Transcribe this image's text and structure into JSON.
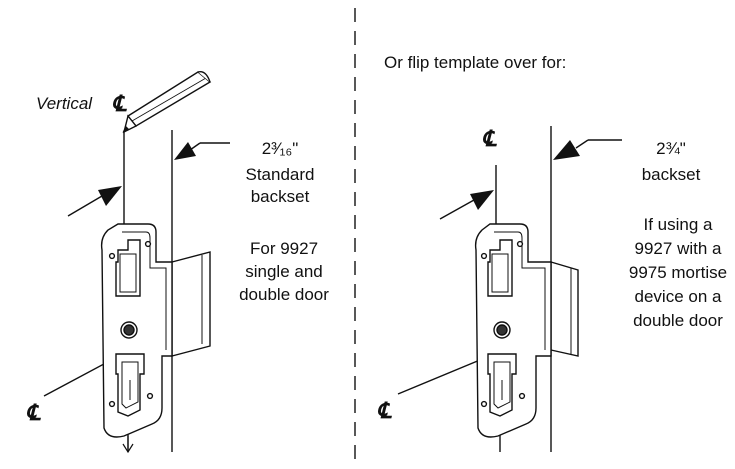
{
  "left_panel": {
    "vertical_label": "Vertical",
    "centerline_symbol": "℄",
    "backset_dimension": "2³⁄₁₆\"",
    "backset_line1": "Standard",
    "backset_line2": "backset",
    "usage_line1": "For 9927",
    "usage_line2": "single and",
    "usage_line3": "double door"
  },
  "right_panel": {
    "flip_note": "Or flip template over for:",
    "centerline_symbol": "℄",
    "backset_dimension": "2¾\"",
    "backset_line1": "backset",
    "usage_line1": "If using a",
    "usage_line2": "9927 with a",
    "usage_line3": "9975 mortise",
    "usage_line4": "device on a",
    "usage_line5": "double door"
  },
  "icons": [
    "pencil-icon",
    "centerline-icon",
    "arrow-down-icon"
  ]
}
